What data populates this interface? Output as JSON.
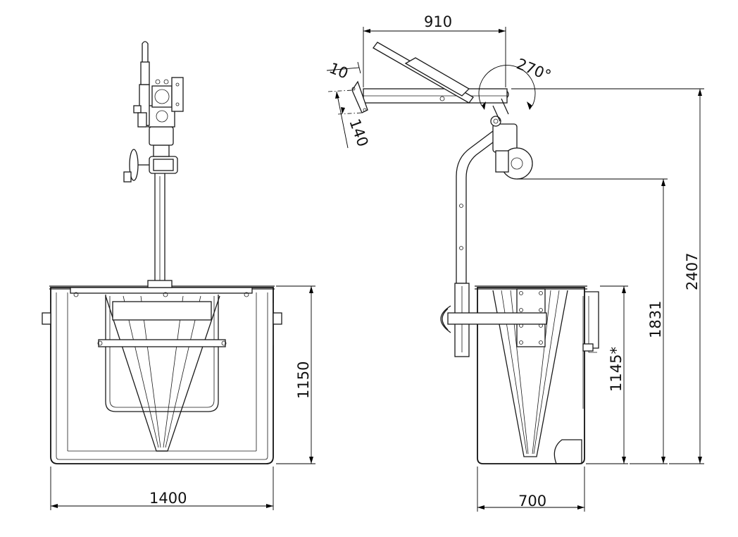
{
  "dimensions": {
    "front_width": "1400",
    "front_height": "1150",
    "side_depth": "700",
    "arm_reach": "910",
    "rotation": "270°",
    "total_height": "2407",
    "pivot_height": "1831",
    "tank_height": "1145*",
    "offset_small": "10",
    "plate_height": "140"
  }
}
